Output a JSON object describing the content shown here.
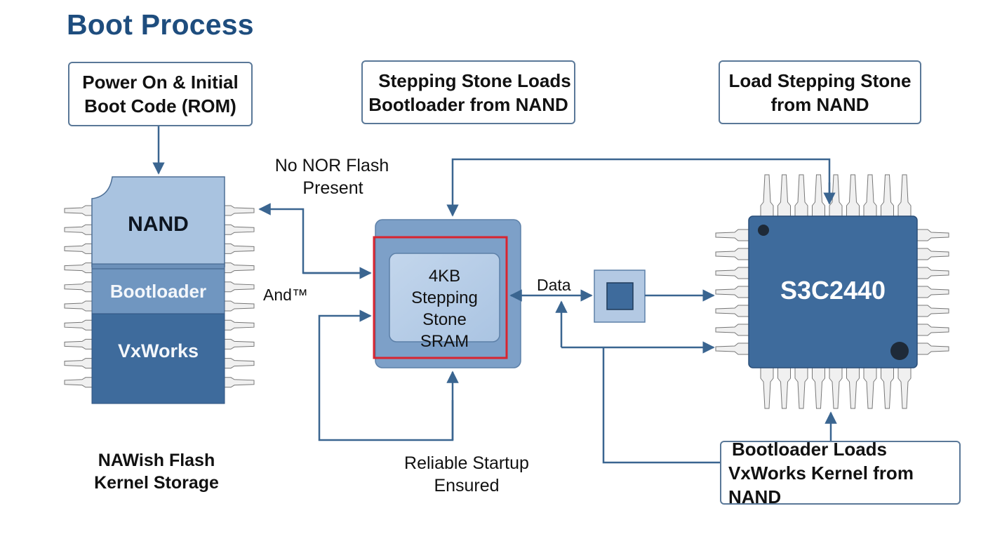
{
  "title": "Boot Process",
  "colors": {
    "title": "#1e4d7e",
    "arrow": "#3a6590",
    "chip_dark": "#3e6b9c",
    "chip_mid": "#7096c0",
    "chip_light": "#a9c3e0",
    "highlight": "#d9242f",
    "pin_fill": "#f0f0f0",
    "pin_stroke": "#777777"
  },
  "steps": {
    "power_on": [
      "Power On & Initial",
      "Boot Code (ROM)"
    ],
    "stepping_stone_loads": [
      "Stepping Stone Loads",
      "Bootloader from NAND"
    ],
    "load_stepping_stone": [
      "Load Stepping Stone",
      "from NAND"
    ],
    "bootloader_loads": [
      "Bootloader Loads",
      "VxWorks Kernel from NAND"
    ]
  },
  "nand_chip": {
    "sections": [
      "NAND",
      "Bootloader",
      "VxWorks"
    ],
    "caption": [
      "NAWish Flash",
      "Kernel Storage"
    ]
  },
  "sram": {
    "lines": [
      "4KB",
      "Stepping Stone",
      "SRAM"
    ]
  },
  "cpu": {
    "label": "S3C2440"
  },
  "annotations": {
    "no_nor": [
      "No NOR Flash",
      "Present"
    ],
    "and_tm": "And™",
    "data": "Data",
    "reliable": [
      "Reliable Startup",
      "Ensured"
    ]
  }
}
